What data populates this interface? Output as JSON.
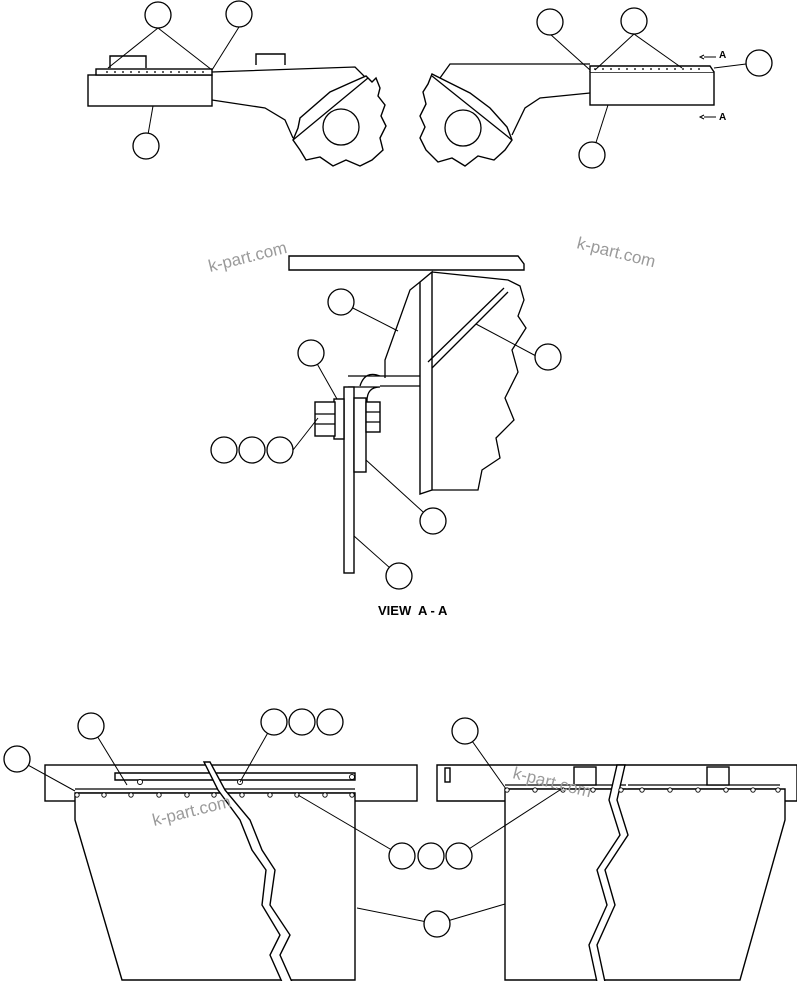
{
  "view_label": "VIEW  A - A",
  "section_marker": "A",
  "watermark": "k-part.com",
  "colors": {
    "line": "#000000",
    "background": "#ffffff",
    "watermark": "#9a9a9a"
  }
}
